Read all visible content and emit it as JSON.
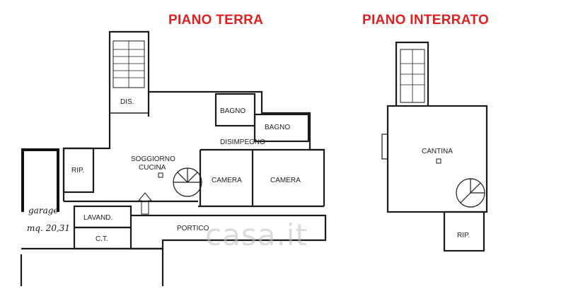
{
  "colors": {
    "title": "#e02020",
    "wall": "#1a1a1a",
    "watermark": "#bebebe"
  },
  "titles": {
    "ground_floor": "PIANO TERRA",
    "basement": "PIANO INTERRATO"
  },
  "rooms": {
    "dis": "DIS.",
    "bagno_1": "BAGNO",
    "bagno_2": "BAGNO",
    "disimpegno": "DISIMPEGNO",
    "soggiorno": "SOGGIORNO",
    "cucina": "CUCINA",
    "camera_1": "CAMERA",
    "camera_2": "CAMERA",
    "rip_1": "RIP.",
    "lavand": "LAVAND.",
    "ct": "C.T.",
    "portico": "PORTICO",
    "cantina": "CANTINA",
    "rip_2": "RIP."
  },
  "garage": {
    "line1": "garage",
    "line2": "mq. 20,31"
  },
  "watermark": "casa.it"
}
